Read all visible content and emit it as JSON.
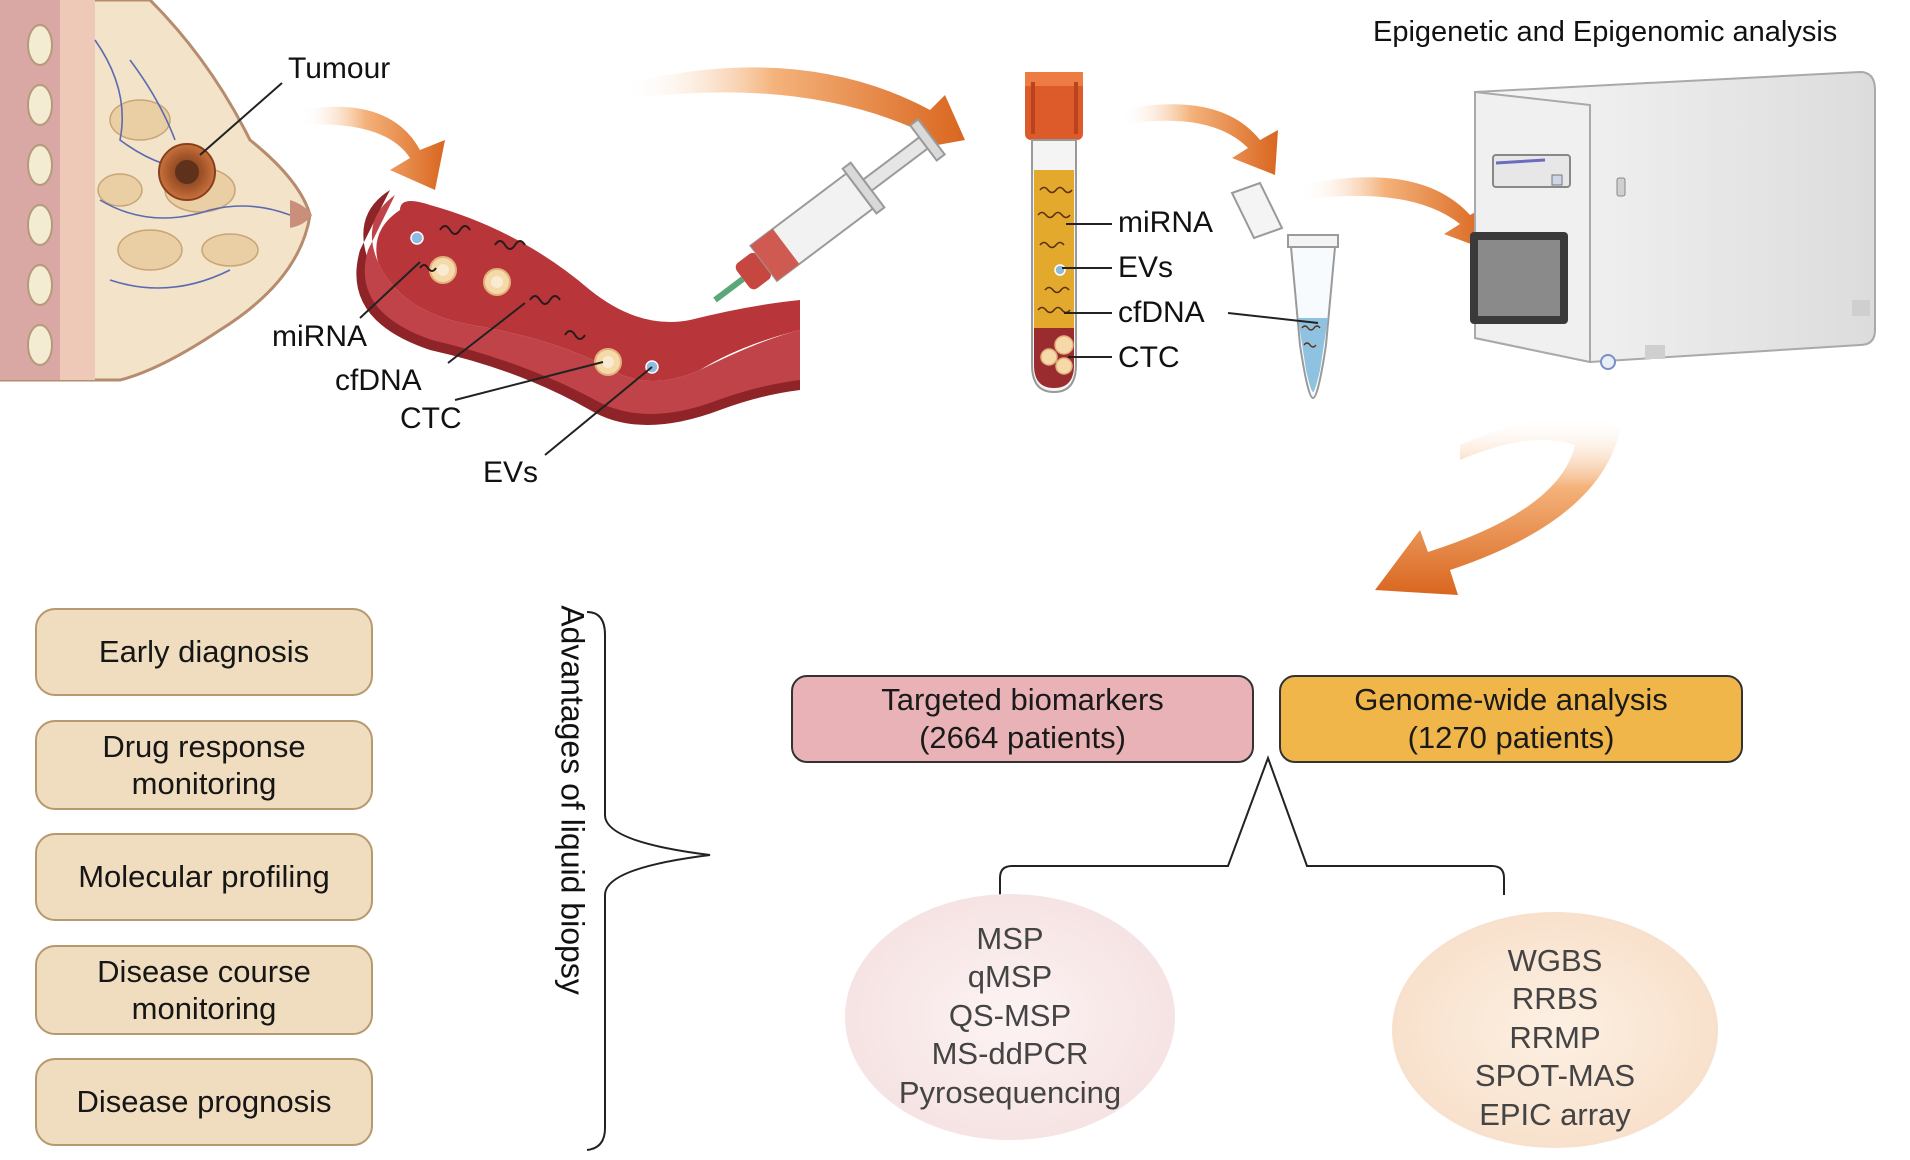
{
  "header": {
    "analysis_title": "Epigenetic and Epigenomic analysis"
  },
  "breast": {
    "tumour_label": "Tumour"
  },
  "vessel": {
    "labels": [
      "miRNA",
      "cfDNA",
      "CTC",
      "EVs"
    ]
  },
  "tube": {
    "labels": [
      "miRNA",
      "EVs",
      "cfDNA",
      "CTC"
    ]
  },
  "advantages": {
    "title": "Advantages of liquid biopsy",
    "items": [
      "Early diagnosis",
      "Drug response monitoring",
      "Molecular profiling",
      "Disease course monitoring",
      "Disease prognosis"
    ]
  },
  "methods": {
    "targeted": {
      "line1": "Targeted biomarkers",
      "line2": "(2664 patients)",
      "color": "#e9b2b6"
    },
    "genome": {
      "line1": "Genome-wide analysis",
      "line2": "(1270 patients)",
      "color": "#f0b64a"
    }
  },
  "targeted_techniques": [
    "MSP",
    "qMSP",
    "QS-MSP",
    "MS-ddPCR",
    "Pyrosequencing"
  ],
  "genome_techniques": [
    "WGBS",
    "RRBS",
    "RRMP",
    "SPOT-MAS",
    "EPIC array"
  ],
  "colors": {
    "arrow": "#e07a2a",
    "box_fill": "#f0dcbe",
    "box_border": "#b7996f",
    "vessel": "#b8353a"
  }
}
